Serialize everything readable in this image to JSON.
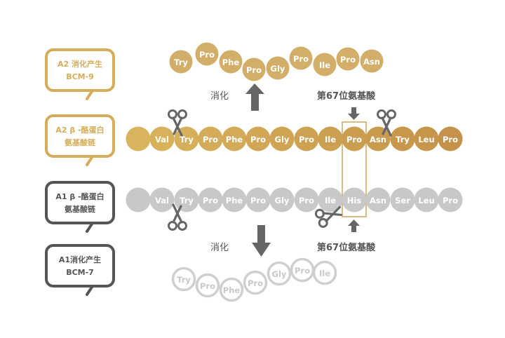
{
  "colors": {
    "gold_light": "#d9b45e",
    "gold_dark": "#c49349",
    "gold_top": "#d2ae68",
    "gold_outline": "#e2c88a",
    "gold_text": "#d5ad5a",
    "gray_bead": "#c8c8c8",
    "gray_outline": "#cfcfcf",
    "dark_gray": "#666666",
    "box_outline": "#d4a96a"
  },
  "callouts": [
    {
      "id": "a2-bcm9",
      "line1": "A2 消化产生",
      "line2": "BCM-9",
      "style": "gold"
    },
    {
      "id": "a2-chain",
      "line1": "A2 β -酪蛋白",
      "line2": "氨基酸链",
      "style": "gold"
    },
    {
      "id": "a1-chain",
      "line1": "A1 β -酪蛋白",
      "line2": "氨基酸链",
      "style": "gray"
    },
    {
      "id": "a1-bcm7",
      "line1": "A1消化产生",
      "line2": "BCM-7",
      "style": "gray"
    }
  ],
  "a2_chain": [
    "",
    "Val",
    "Try",
    "Pro",
    "Phe",
    "Pro",
    "Gly",
    "Pro",
    "Ile",
    "Pro",
    "Asn",
    "Try",
    "Leu",
    "Pro"
  ],
  "a1_chain": [
    "",
    "Val",
    "Try",
    "Pro",
    "Phe",
    "Pro",
    "Gly",
    "Pro",
    "Ile",
    "His",
    "Asn",
    "Ser",
    "Leu",
    "Pro"
  ],
  "bcm9": [
    "Try",
    "Pro",
    "Phe",
    "Pro",
    "Gly",
    "Pro",
    "Ile",
    "Pro",
    "Asn"
  ],
  "bcm7": [
    "Try",
    "Pro",
    "Phe",
    "Pro",
    "Gly",
    "Pro",
    "Ile"
  ],
  "labels": {
    "digest_top": "消化",
    "digest_bottom": "消化",
    "position67_top": "第67位氨基酸",
    "position67_bottom": "第67位氨基酸"
  },
  "icons": {
    "scissors": "scissors-icon",
    "arrow_up": "arrow-up-icon",
    "arrow_down": "arrow-down-icon"
  }
}
